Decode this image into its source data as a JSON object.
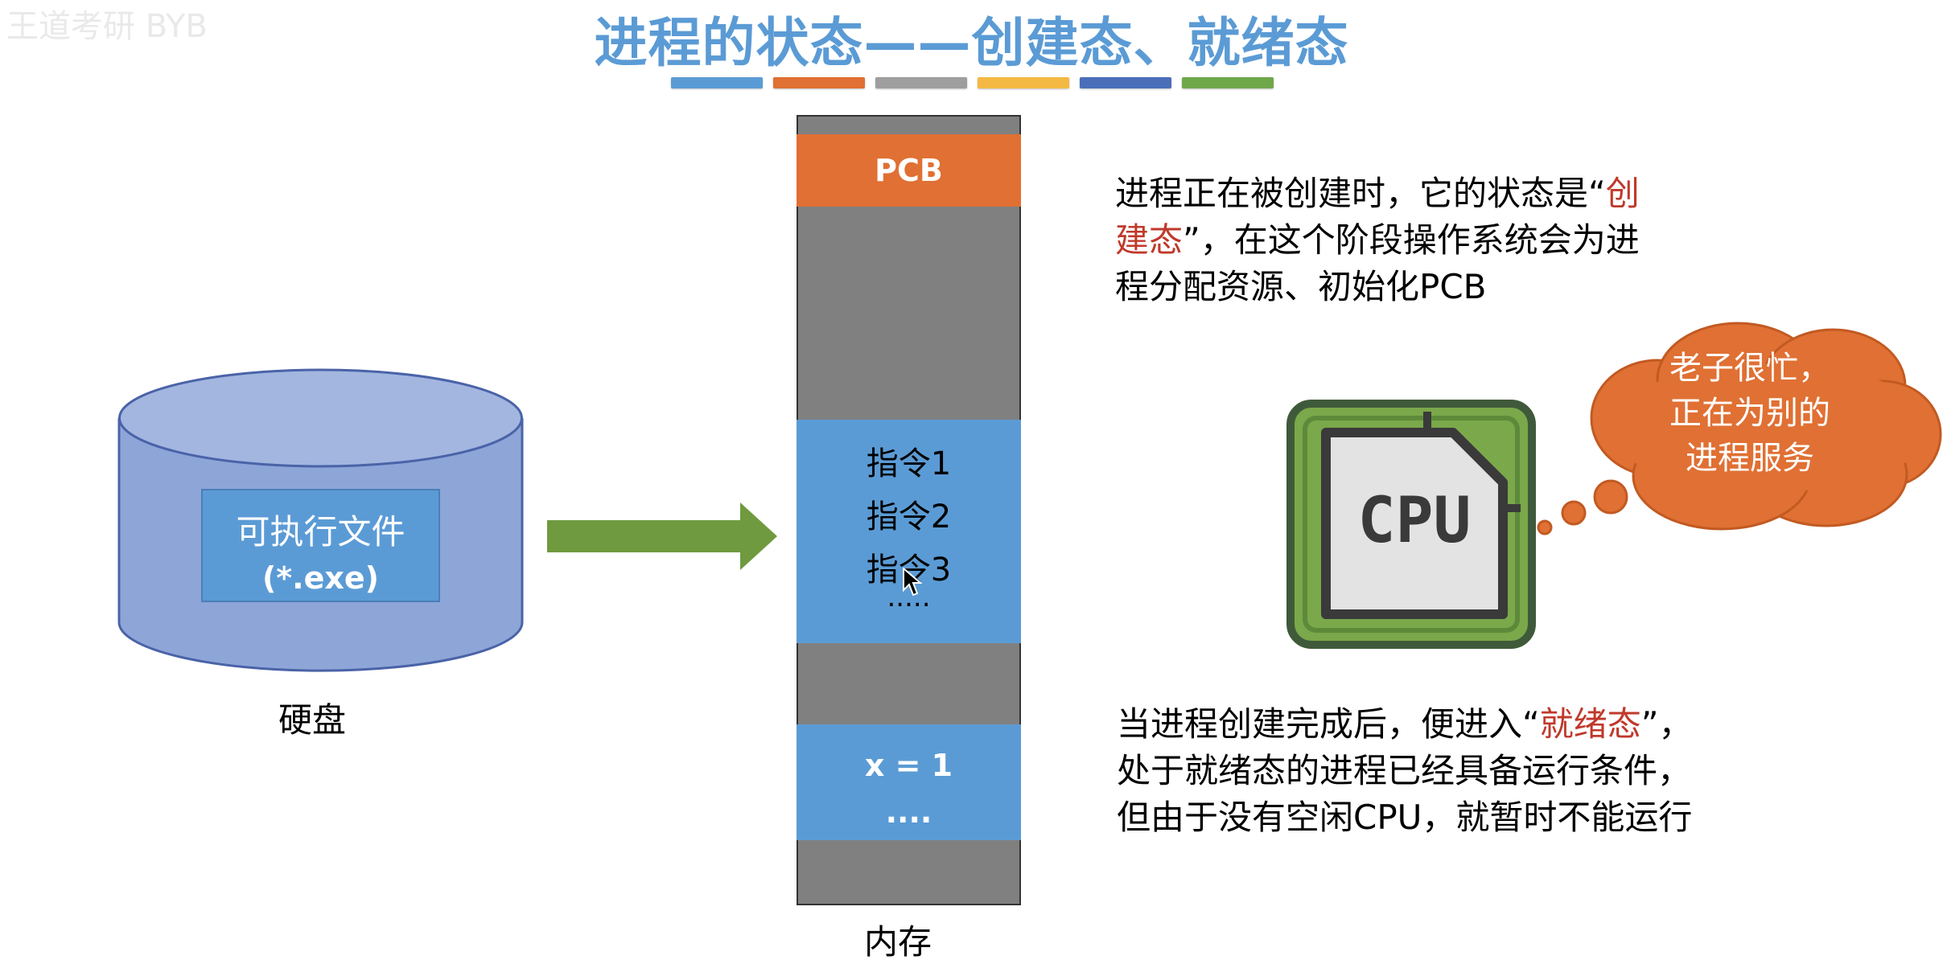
{
  "watermark": "王道考研  BYB",
  "title": "进程的状态——创建态、就绪态",
  "colors": {
    "title": "#5b9bd5",
    "bar": [
      "#5b9bd5",
      "#e07033",
      "#9e9e9e",
      "#f4b942",
      "#4a6fb8",
      "#6fa84b"
    ],
    "pcb": "#e07033",
    "block": "#5b9bd5",
    "memory": "#808080",
    "arrow": "#6f9a3f",
    "cloud": "#e07033",
    "cpu": "#7aa84a",
    "highlight": "#c0392b"
  },
  "disk": {
    "label_line1": "可执行文件",
    "label_line2": "(*.exe)",
    "caption": "硬盘"
  },
  "memory": {
    "pcb": "PCB",
    "instructions": [
      "指令1",
      "指令2",
      "指令3"
    ],
    "instr_dots": ".....",
    "data_line1": "x = 1",
    "data_dots": "....",
    "caption": "内存"
  },
  "desc_top": {
    "line1_pre": "进程正在被创建时，它的状态是“",
    "line1_red": "创",
    "line2_red": "建态",
    "line2_post": "”，在这个阶段操作系统会为进",
    "line3": "程分配资源、初始化PCB"
  },
  "cpu": {
    "label": "CPU",
    "thought": [
      "老子很忙，",
      "正在为别的",
      "进程服务"
    ]
  },
  "desc_bottom": {
    "line1_pre": "当进程创建完成后，便进入“",
    "line1_red": "就绪态",
    "line1_post": "”，",
    "line2": "处于就绪态的进程已经具备运行条件，",
    "line3": "但由于没有空闲CPU，就暂时不能运行"
  }
}
